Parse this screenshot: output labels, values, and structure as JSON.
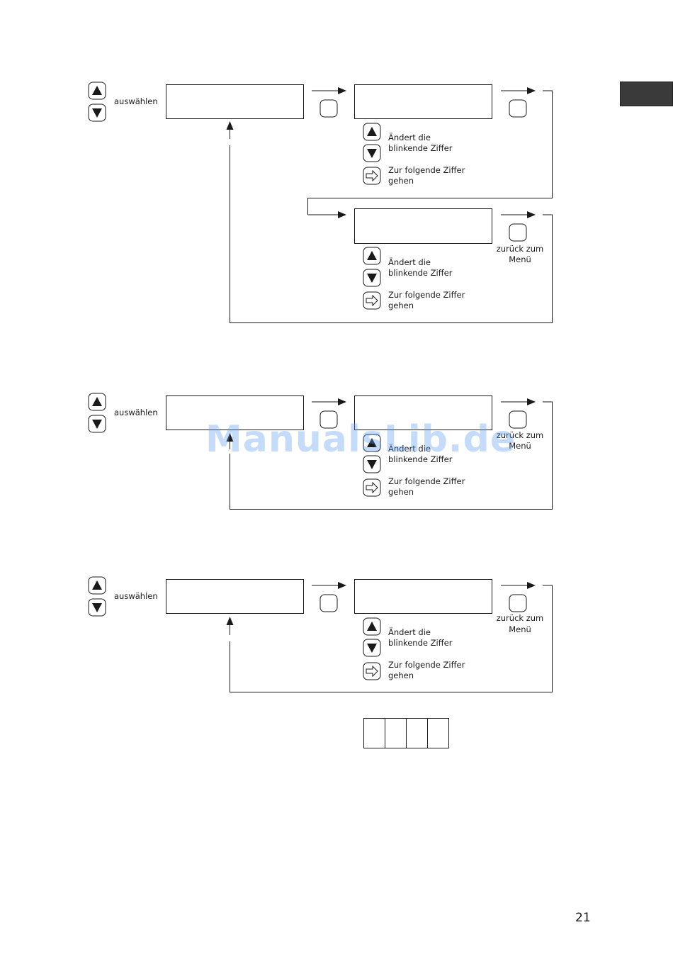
{
  "labels": {
    "select": "auswählen",
    "change_line1": "Ändert die",
    "change_line2": "blinkende Ziffer",
    "next_line1": "Zur folgende Ziffer",
    "next_line2": "gehen",
    "back_line1": "zurück zum",
    "back_line2": "Menü"
  },
  "page_number": "21",
  "watermark": "ManualsLib.de",
  "colors": {
    "line": "#1a1a1a",
    "tab_marker": "#3a3a3a",
    "watermark": "#5a9bf0"
  },
  "icons": [
    "up-arrow-button-icon",
    "down-arrow-button-icon",
    "right-arrow-button-icon",
    "blank-button-icon"
  ]
}
